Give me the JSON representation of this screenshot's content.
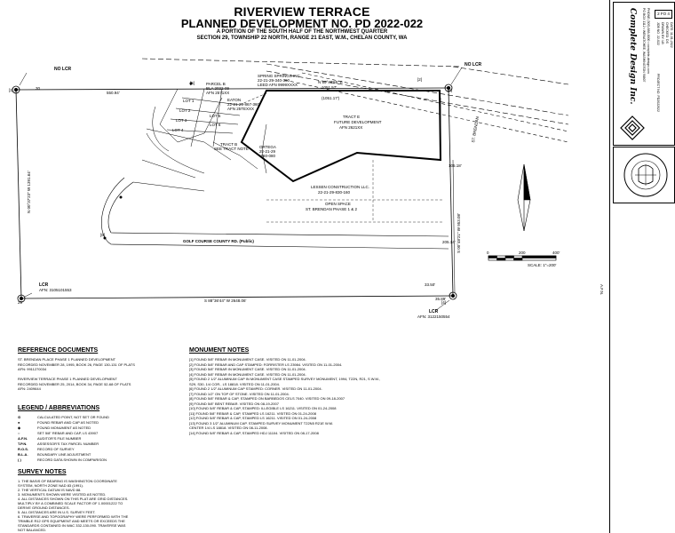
{
  "title": "RIVERVIEW TERRACE",
  "subtitle": "PLANNED DEVELOPMENT NO. PD 2022-022",
  "location_line1": "A PORTION OF THE SOUTH HALF OF THE NORTHWEST QUARTER",
  "location_line2": "SECTION 29, TOWNSHIP 22 NORTH, RANGE 21 EAST, W.M., CHELAN COUNTY, WA",
  "map": {
    "no_lcr_left": "NO LCR",
    "no_lcr_right": "NO LCR",
    "parcel_b": "PARCEL B",
    "parcel_b_bla": "BLA 2022-09",
    "parcel_b_afn": "AFN 2571XX",
    "spring_springs": "SPRING SPRINGS INC.",
    "spring_parcel": "22-21-29-340-360",
    "spring_afn": "LEED AFN 9999XXXX",
    "eaton": "EATON",
    "eaton_parcel": "22-21-29-867-360",
    "eaton_afn": "AFN 25TEXXX",
    "lot1": "LOT 1",
    "lot2": "LOT 2",
    "lot3": "LOT 3",
    "lot4": "LOT 4",
    "lot5": "LOT 5",
    "lot6": "LOT 6",
    "tract_b": "TRACT B",
    "tract_b_note": "SEE TRACT NOTE",
    "ortega": "ORTEGA",
    "ortega_parcel": "22-21-29",
    "ortega_num": "-860-080",
    "tract_e": "TRACT E",
    "tract_e_future": "FUTURE DEVELOPMENT",
    "tract_e_afn": "AFN 2621XX",
    "lessen": "LESSEN CONSTRUCTION LLC.",
    "lessen_parcel": "22-21-29-830-160",
    "open_space": "OPEN SPACE",
    "open_space_sub": "ST. BRENDAN PHASE 1 & 2",
    "road": "GOLF COURSE COUNTY RD. (Public)",
    "bearing_top": "N 89°48'55\" E",
    "dist_top": "1051.57'",
    "dist_top2": "(1051.17')",
    "dist_left": "550.94'",
    "bearing_bottom": "S 88°36'44\" W  2648.06'",
    "bearing_right": "S 00°48'21\" W  953.08'",
    "dist_right_small": "105.18'",
    "dist_right_small2": "205.14'",
    "dist_right_lower": "33.50'",
    "dist_bottom_right": "35.89'",
    "left_vertical": "N 00°37'23\" W  1391.64'",
    "lcr_left": "LCR",
    "lcr_left_afn": "AFN: 3105101553",
    "lcr_right": "LCR",
    "lcr_right_afn": "AFN: 3122150554",
    "marker_top_left": "[1]",
    "marker_right": "[2]",
    "marker_br": "[3]",
    "marker_bl": "[4]",
    "marker_corner_30": "30",
    "marker_corner_29": "29",
    "marker_dot1": "[5]",
    "marker_dot2": "[6]",
    "sec_right_label": "ST. BRENDAN",
    "scale_0": "0",
    "scale_200": "200",
    "scale_400": "400'",
    "scale_text": "SCALE: 1\"=200'",
    "afn_side": "A.F.N."
  },
  "reference": {
    "heading": "REFERENCE DOCUMENTS",
    "lines": [
      "ST. BRENDAN PLACE PHASE 1 PLANNED DEVELOPMENT",
      "RECORDED NOVEMBER 28, 1995, BOOK 26, PAGE 130-131 OF PLATS",
      "AFN: 9911270034",
      "",
      "RIVERVIEW TERRACE PHASE 1 PLANNED DEVELOPMENT",
      "RECORDED NOVEMBER 25, 2014, BOOK 34, PAGE 52-68 OF PLATS",
      "AFN: 2409644"
    ]
  },
  "legend": {
    "heading": "LEGEND / ABBREVIATIONS",
    "items": [
      {
        "sym": "⊙",
        "text": "CALCULATED POINT, NOT SET OR FOUND"
      },
      {
        "sym": "●",
        "text": "FOUND REBAR AND CAP AS NOTED"
      },
      {
        "sym": "◈",
        "text": "FOUND MONUMENT AS NOTED"
      },
      {
        "sym": "○",
        "text": "SET 5/8\" REBAR AND CAP, LS 43907"
      },
      {
        "sym": "A.F.N.",
        "text": "AUDITOR'S FILE NUMBER"
      },
      {
        "sym": "T.P.N.",
        "text": "ASSESSOR'S TAX PARCEL NUMBER"
      },
      {
        "sym": "R.O.S.",
        "text": "RECORD OF SURVEY"
      },
      {
        "sym": "B.L.A.",
        "text": "BOUNDARY LINE ADJUSTMENT"
      },
      {
        "sym": "( )",
        "text": "RECORD DATA SHOWN IN COMPARISON"
      }
    ]
  },
  "survey_notes": {
    "heading": "SURVEY NOTES",
    "lines": [
      "1.  THE BASIS OF BEARING IS WASHINGTON COORDINATE",
      "     SYSTEM, NORTH ZONE NAD 83 (1991).",
      "2.  THE VERTICAL DATUM IS NAVD 88.",
      "3.  MONUMENTS SHOWN WERE VISITED AS NOTED.",
      "4.  ALL DISTANCES SHOWN ON THIS PLAT ARE GRID DISTANCES.",
      "     MULTIPLY BY A COMBINED SCALE FACTOR OF 1.00001222 TO",
      "     DERIVE GROUND DISTANCES.",
      "5.  ALL DISTANCES ARE IN U.S. SURVEY FEET.",
      "6.  TRAVERSE AND TOPOGRAPHY WERE PERFORMED WITH THE",
      "     TRIMBLE R12 GPS EQUIPMENT AND MEETS OR EXCEEDS THE",
      "     STANDARDS CONTAINED IN WAC 332-130-090. TRAVERSE WAS",
      "     NOT BALANCED."
    ]
  },
  "monument": {
    "heading": "MONUMENT NOTES",
    "lines": [
      "[1]   FOUND 5/8\" REBAR IN MONUMENT CASE. VISITED ON 11-01-2004.",
      "[2]   FOUND 5/8\" REBAR AND CAP STAMPED: FORRISTER LS 23984. VISITED ON 11-01-2004.",
      "[3]   FOUND 5/8\" REBAR IN MONUMENT CASE. VISITED ON 11-01-2004.",
      "[4]   FOUND 5/8\" REBAR IN MONUMENT CASE. VISITED ON 11-01-2004.",
      "[5]   FOUND 2 1/2\" ALUMINUM CAP IN MONUMENT CASE STAMPED SURVEY MONUMENT, 1994, T22N, R21, S W.M.,",
      "       S29, S30, 1/4 COR., LS 18818. VISITED ON 11-01-2004.",
      "[6]   FOUND 2 1/2\" ALUMINUM CAP STAMPED: CORNER. VISITED ON 11-01-2004.",
      "[7]   FOUND 1/2\" ON TOP OF STONE. VISITED ON 11-01-2004.",
      "[8]   FOUND 5/8\" REBAR & CAP, STAMPED ON BARBEDOS CELS 7040. VISITED ON 09-18-2007",
      "[9]   FOUND 5/8\" BENT REBAR. VISITED ON 08-19-2007",
      "[10]  FOUND 5/8\" REBAR & CAP, STAMPED: ILLEGIBLE LS 16211. VISITED ON 01-24-2008",
      "[11]  FOUND 5/8\" REBAR & CAP, STAMPED LS 16211. VISITED ON 01-24-2008",
      "[12]  FOUND 5/8\" REBAR & CAP, STAMPED LS 16211. VISITED ON 01-24-2008",
      "[13]  FOUND 3 1/2\" ALUMINUM CAP. STAMPED SURVEY MONUMENT T22N5 R21E W.M.",
      "       CENTER 1/4 LS 18818. VISITED ON 08-11-2008.",
      "[14]  FOUND 5/8\" REBAR & CAP, STAMPED HDJ 11104. VISITED ON 08-17-2008"
    ]
  },
  "title_block": {
    "company": "Complete Design Inc.",
    "address": "PO BOX 1112 • WENATCHEE, WASHINGTON 98807",
    "phone": "PHONE (509) 888-0000 • complete-design.com",
    "sheet": "2 FO 4",
    "job": "JOB NO. 22-022",
    "drawn": "DRAWN BY: LB",
    "checked": "CHECKED: DS",
    "date": "DATE: 11-01-2022",
    "project": "PROJECT NO. PD2022022",
    "seal_text": "LICENSED LAND SURVEYOR"
  }
}
